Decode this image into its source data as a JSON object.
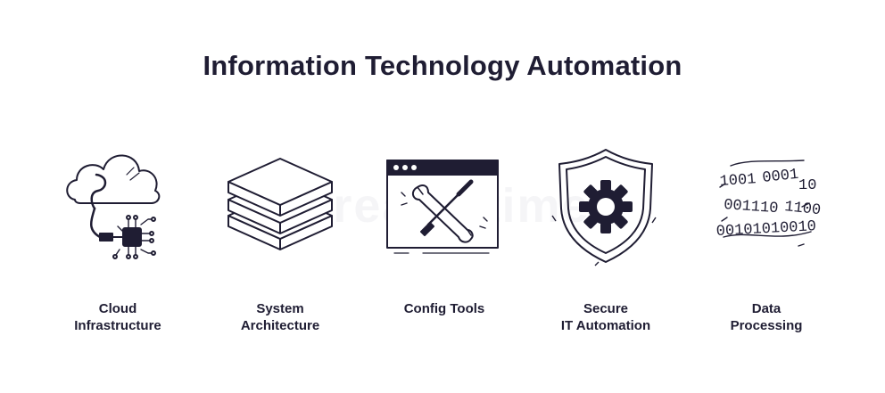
{
  "title": "Information Technology Automation",
  "colors": {
    "ink": "#1f1d33",
    "background": "#ffffff"
  },
  "items": [
    {
      "icon": "cloud-chip-icon",
      "label_line1": "Cloud",
      "label_line2": "Infrastructure"
    },
    {
      "icon": "server-stack-icon",
      "label_line1": "System",
      "label_line2": "Architecture"
    },
    {
      "icon": "browser-tools-icon",
      "label_line1": "Config Tools",
      "label_line2": ""
    },
    {
      "icon": "shield-gear-icon",
      "label_line1": "Secure",
      "label_line2": "IT Automation"
    },
    {
      "icon": "binary-data-icon",
      "label_line1": "Data",
      "label_line2": "Processing"
    }
  ],
  "binary": {
    "row1a": "1001",
    "row1b": "0001",
    "row1c": "10",
    "row2a": "001110",
    "row2b": "1100",
    "row3": "00101010010"
  },
  "watermark": "dreamstime"
}
